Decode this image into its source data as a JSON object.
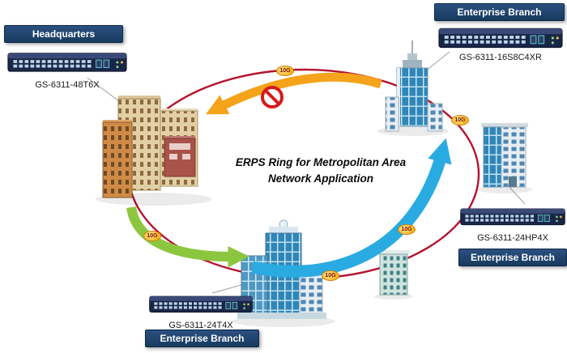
{
  "title": {
    "line1": "ERPS Ring for Metropolitan Area",
    "line2": "Network Application"
  },
  "nodes": {
    "headquarters": {
      "banner": "Headquarters",
      "model": "GS-6311-48T6X"
    },
    "branch_top_right": {
      "banner": "Enterprise Branch",
      "model": "GS-6311-16S8C4XR"
    },
    "branch_right": {
      "banner": "Enterprise Branch",
      "model": "GS-6311-24HP4X"
    },
    "branch_bottom": {
      "banner": "Enterprise Branch",
      "model": "GS-6311-24T4X"
    }
  },
  "links": {
    "labels": [
      "10G",
      "10G",
      "10G",
      "10G",
      "10G"
    ]
  },
  "icons": {
    "blocked": "no-entry-sign",
    "ring": "erps-ring",
    "switch": "ethernet-switch"
  },
  "colors": {
    "ring": "#b5122e",
    "banner": "#173a5e",
    "arrow_orange": "#f5a31b",
    "arrow_green": "#8cc63e",
    "arrow_blue": "#29abe2",
    "badge_fill": "#f7b61c",
    "badge_text": "#7a1010",
    "blocked": "#d61a1a"
  }
}
